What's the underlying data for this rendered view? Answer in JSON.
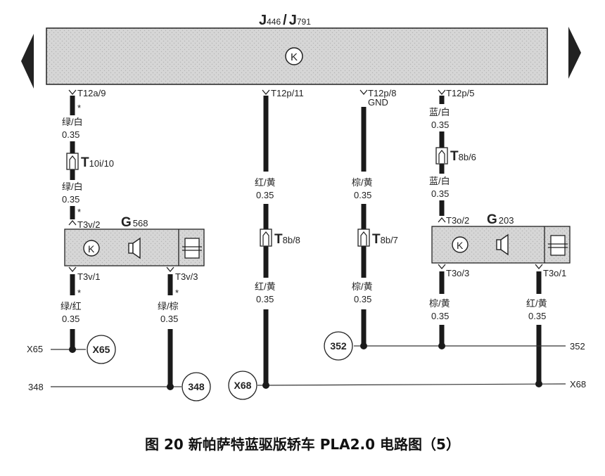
{
  "title": {
    "main1": "J",
    "sub1": "446",
    "sep": "/",
    "main2": "J",
    "sub2": "791"
  },
  "columns": {
    "c1": {
      "pin": "T12a/9",
      "wire_top": {
        "color": "绿/白",
        "size": "0.35"
      },
      "connector": {
        "main": "T",
        "sub": "10i/10"
      },
      "wire_mid": {
        "color": "绿/白",
        "size": "0.35"
      },
      "pin_in": "T3v/2",
      "pin_out": "T3v/1",
      "wire_bot": {
        "color": "绿/红",
        "size": "0.35"
      },
      "ground_left": "X65",
      "ground_circle": "X65"
    },
    "c2": {
      "pin_out": "T3v/3",
      "wire_bot": {
        "color": "绿/棕",
        "size": "0.35"
      },
      "line_left": "348",
      "circle": "348"
    },
    "c3": {
      "pin": "T12p/11",
      "wire_top": {
        "color": "红/黄",
        "size": "0.35"
      },
      "connector": {
        "main": "T",
        "sub": "8b/8"
      },
      "wire_bot": {
        "color": "红/黄",
        "size": "0.35"
      },
      "circle": "X68"
    },
    "c4": {
      "pin": "T12p/8",
      "pin_note": "GND",
      "wire_top": {
        "color": "棕/黄",
        "size": "0.35"
      },
      "connector": {
        "main": "T",
        "sub": "8b/7"
      },
      "wire_bot": {
        "color": "棕/黄",
        "size": "0.35"
      },
      "circle": "352"
    },
    "c5": {
      "pin": "T12p/5",
      "wire_top": {
        "color": "蓝/白",
        "size": "0.35"
      },
      "connector": {
        "main": "T",
        "sub": "8b/6"
      },
      "wire_mid": {
        "color": "蓝/白",
        "size": "0.35"
      },
      "pin_in": "T3o/2",
      "pin_out": "T3o/3",
      "wire_bot": {
        "color": "棕/黄",
        "size": "0.35"
      },
      "line_right": "352"
    },
    "c6": {
      "pin_out": "T3o/1",
      "wire_bot": {
        "color": "红/黄",
        "size": "0.35"
      },
      "line_right": "X68"
    }
  },
  "sensors": {
    "g568": {
      "main": "G",
      "sub": "568"
    },
    "g203": {
      "main": "G",
      "sub": "203"
    }
  },
  "star": "*",
  "caption": "图 20  新帕萨特蓝驱版轿车 PLA2.0 电路图（5）"
}
